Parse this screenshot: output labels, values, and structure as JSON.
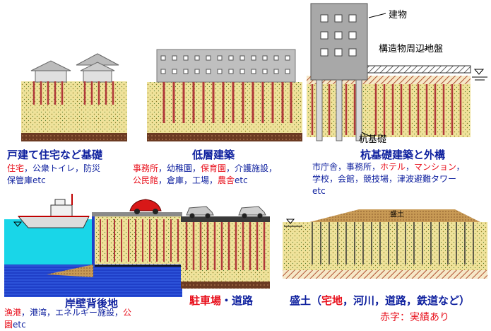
{
  "panels": {
    "house": {
      "title": "戸建て住宅など基礎",
      "desc": [
        {
          "t": "住宅",
          "c": "red"
        },
        {
          "t": "，公衆トイレ，防災",
          "c": "blue"
        },
        {
          "t": "保管庫etc",
          "c": "blue",
          "br": true
        }
      ]
    },
    "lowrise": {
      "title": "低層建築",
      "desc": [
        {
          "t": "事務所",
          "c": "red"
        },
        {
          "t": "，幼稚園，",
          "c": "blue"
        },
        {
          "t": "保育園",
          "c": "red"
        },
        {
          "t": "，介護施設，",
          "c": "blue"
        },
        {
          "t": "公民館",
          "c": "red",
          "br": true
        },
        {
          "t": "，倉庫，工場，",
          "c": "blue"
        },
        {
          "t": "農舎",
          "c": "red"
        },
        {
          "t": "etc",
          "c": "blue"
        }
      ]
    },
    "pile": {
      "title": "杭基礎建築と外構",
      "label_building": "建物",
      "label_ground": "構造物周辺地盤",
      "label_pile": "杭基礎",
      "desc": [
        {
          "t": "市庁舎，事務所，",
          "c": "blue"
        },
        {
          "t": "ホテル",
          "c": "red"
        },
        {
          "t": "，",
          "c": "blue"
        },
        {
          "t": "マンション",
          "c": "red"
        },
        {
          "t": "，",
          "c": "blue"
        },
        {
          "t": "学校，会館，競技場，津波避難タワー",
          "c": "blue",
          "br": true
        },
        {
          "t": "etc",
          "c": "blue",
          "br": true
        }
      ]
    },
    "quay": {
      "title": "岸壁背後地",
      "desc": [
        {
          "t": "漁港",
          "c": "red"
        },
        {
          "t": "，港湾，エネルギー施設，",
          "c": "blue"
        },
        {
          "t": "公",
          "c": "red"
        },
        {
          "t": "園",
          "c": "red",
          "br": true
        },
        {
          "t": "etc",
          "c": "blue"
        }
      ]
    },
    "parking": {
      "title_parts": [
        {
          "t": "駐車場",
          "c": "red"
        },
        {
          "t": "・道路",
          "c": "blue"
        }
      ]
    },
    "embankment": {
      "title_parts": [
        {
          "t": "盛土（",
          "c": "blue"
        },
        {
          "t": "宅地",
          "c": "red"
        },
        {
          "t": "，河川，道路，鉄道など）",
          "c": "blue"
        }
      ],
      "label_fill": "盛土"
    }
  },
  "legend": {
    "red_note": "赤字：実績あり"
  },
  "colors": {
    "title_blue": "#0d1f9e",
    "highlight_red": "#e8101c",
    "soil_yellow": "#efe29a",
    "pile_red": "#b0383a",
    "gravel_brown": "#7a4a2a",
    "water_cyan": "#19d6e8",
    "sea_blue": "#1f3fc8"
  }
}
